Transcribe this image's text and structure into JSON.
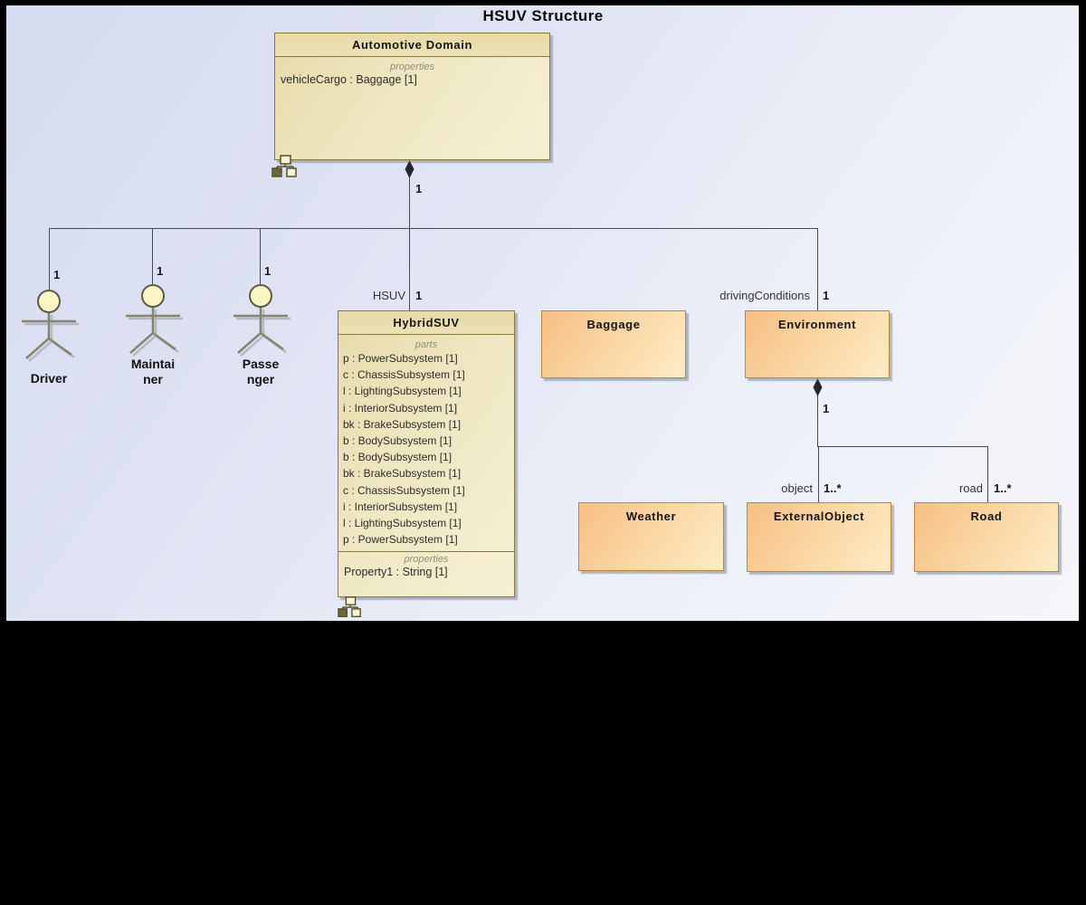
{
  "title": "HSUV Structure",
  "blocks": {
    "automotive_domain": {
      "name": "Automotive Domain",
      "properties_label": "properties",
      "properties": [
        "vehicleCargo : Baggage [1]"
      ]
    },
    "hybrid_suv": {
      "name": "HybridSUV",
      "parts_label": "parts",
      "parts": [
        "p : PowerSubsystem [1]",
        "c : ChassisSubsystem [1]",
        "l : LightingSubsystem [1]",
        "i : InteriorSubsystem [1]",
        "bk : BrakeSubsystem [1]",
        "b : BodySubsystem [1]",
        "b : BodySubsystem [1]",
        "bk : BrakeSubsystem [1]",
        "c : ChassisSubsystem [1]",
        "i : InteriorSubsystem [1]",
        "l : LightingSubsystem [1]",
        "p : PowerSubsystem [1]"
      ],
      "properties_label": "properties",
      "properties": [
        "Property1 : String [1]"
      ]
    },
    "baggage": {
      "name": "Baggage"
    },
    "environment": {
      "name": "Environment"
    },
    "weather": {
      "name": "Weather"
    },
    "external_object": {
      "name": "ExternalObject"
    },
    "road": {
      "name": "Road"
    }
  },
  "actors": [
    {
      "name": "Driver",
      "line1": "Driver",
      "line2": "",
      "mult": "1"
    },
    {
      "name": "Maintainer",
      "line1": "Maintai",
      "line2": "ner",
      "mult": "1"
    },
    {
      "name": "Passenger",
      "line1": "Passe",
      "line2": "nger",
      "mult": "1"
    }
  ],
  "edges": {
    "automotive_domain_mult": "1",
    "hsuv_role": "HSUV",
    "hsuv_mult": "1",
    "driving_role": "drivingConditions",
    "driving_mult": "1",
    "environment_mult": "1",
    "object_role": "object",
    "object_mult": "1..*",
    "road_role": "road",
    "road_mult": "1..*"
  },
  "colors": {
    "block_tan_border": "#8a7a3a",
    "block_orange_border": "#c18438",
    "connector": "#474853",
    "canvas_top": "#d5dbf0",
    "canvas_bottom": "#f5f6fa"
  }
}
